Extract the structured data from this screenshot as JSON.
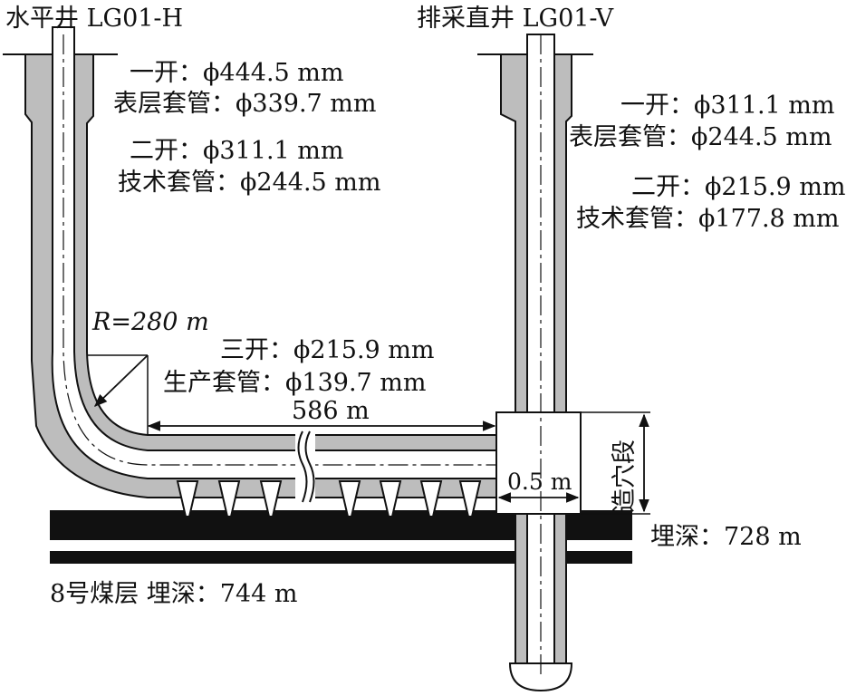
{
  "colors": {
    "casing": "#bdbdbd",
    "coal": "#111111",
    "line": "#111111",
    "bore": "#ffffff"
  },
  "horizontal_well": {
    "title": "水平井 LG01-H",
    "spud1": "一开：ϕ444.5 mm",
    "surface_casing": "表层套管：ϕ339.7 mm",
    "spud2": "二开：ϕ311.1 mm",
    "tech_casing": "技术套管：ϕ244.5 mm",
    "radius": "R=280 m",
    "spud3": "三开：ϕ215.9 mm",
    "prod_casing": "生产套管：ϕ139.7 mm",
    "length": "586 m"
  },
  "vertical_well": {
    "title": "排采直井 LG01-V",
    "spud1": "一开：ϕ311.1 mm",
    "surface_casing": "表层套管：ϕ244.5 mm",
    "spud2": "二开：ϕ215.9 mm",
    "tech_casing": "技术套管：ϕ177.8 mm",
    "cavity_width": "0.5 m",
    "cavity_label": "造穴段",
    "depth": "埋深：728 m"
  },
  "coal_seam": {
    "label": "8号煤层  埋深：744 m"
  }
}
